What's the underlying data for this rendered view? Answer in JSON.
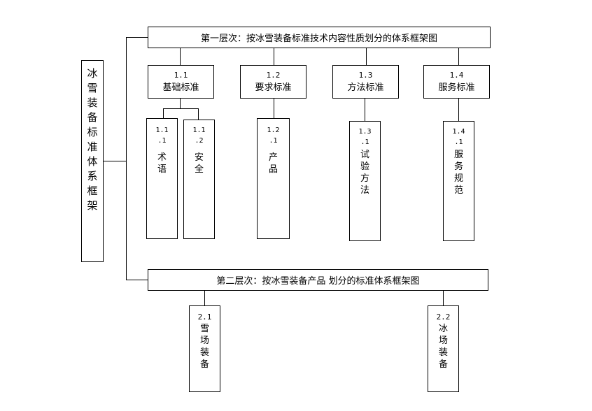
{
  "root": {
    "label": "冰\n雪\n装\n备\n标\n准\n体\n系\n框\n架"
  },
  "level1": {
    "title": "第一层次：按冰雪装备标准技术内容性质划分的体系框架图",
    "categories": [
      {
        "number": "1.1",
        "label": "基础标准",
        "children": [
          {
            "number": "1.1\n.1",
            "label": "术\n语"
          },
          {
            "number": "1.1\n.2",
            "label": "安\n全"
          }
        ]
      },
      {
        "number": "1.2",
        "label": "要求标准",
        "children": [
          {
            "number": "1.2\n.1",
            "label": "产\n品"
          }
        ]
      },
      {
        "number": "1.3",
        "label": "方法标准",
        "children": [
          {
            "number": "1.3\n.1",
            "label": "试\n验\n方\n法"
          }
        ]
      },
      {
        "number": "1.4",
        "label": "服务标准",
        "children": [
          {
            "number": "1.4\n.1",
            "label": "服\n务\n规\n范"
          }
        ]
      }
    ]
  },
  "level2": {
    "title": "第二层次：按冰雪装备产品 划分的标准体系框架图",
    "children": [
      {
        "number": "2.1",
        "label": "雪\n场\n装\n备"
      },
      {
        "number": "2.2",
        "label": "冰\n场\n装\n备"
      }
    ]
  }
}
